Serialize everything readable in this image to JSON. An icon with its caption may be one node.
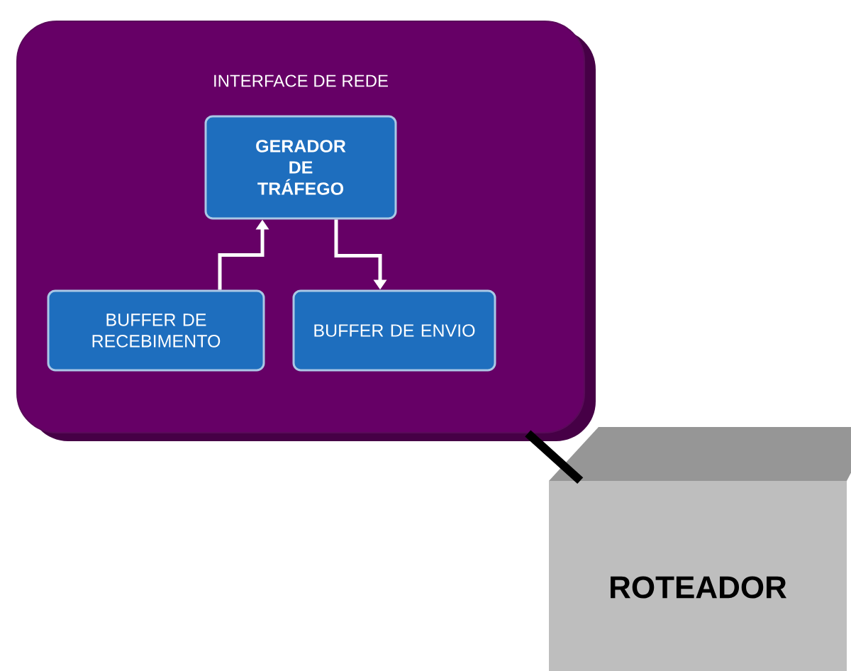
{
  "diagram": {
    "nodes": [
      {
        "text": [
          "INTERFACE DE REDE"
        ]
      },
      {
        "text": [
          "GERADOR DE TRÁFEGO"
        ],
        "in": 0
      },
      {
        "text": [
          "BUFFER DE RECEBIMENTO"
        ],
        "in": 0
      },
      {
        "text": [
          "BUFFER DE ENVIO"
        ],
        "in": 0
      },
      {
        "text": [
          "ROTEADOR"
        ]
      }
    ],
    "edges": [
      {
        "from": 2,
        "to": 1,
        "arrow": "to"
      },
      {
        "from": 1,
        "to": 3,
        "arrow": "to"
      },
      {
        "from": 0,
        "to": 4,
        "arrow": "none",
        "style": "thick",
        "color": "#000000"
      }
    ]
  }
}
